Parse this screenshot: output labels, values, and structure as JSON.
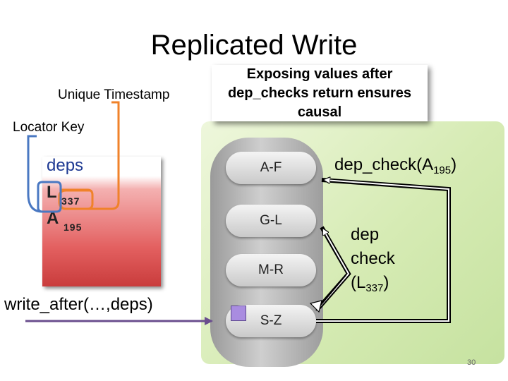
{
  "slide": {
    "title": "Replicated Write",
    "unique_timestamp_label": "Unique Timestamp",
    "locator_key_label": "Locator Key",
    "callout": "Exposing values after dep_checks return ensures causal",
    "write_call": "write_after(…,deps)",
    "page_number": "30"
  },
  "record": {
    "deps_label": "deps",
    "dep1_key": "L",
    "dep1_timestamp": "337",
    "dep2_key": "A",
    "dep2_timestamp": "195"
  },
  "shards": [
    "A-F",
    "G-L",
    "M-R",
    "S-Z"
  ],
  "dep_check_a": {
    "prefix": "dep_check(A",
    "sub": "195",
    "suffix": ")"
  },
  "dep_check_l": {
    "line1": "dep",
    "line2": "check",
    "line3_prefix": "(L",
    "line3_sub": "337",
    "line3_suffix": ")"
  },
  "colors": {
    "timestamp_outline": "#f0822a",
    "locator_outline": "#4a78c2",
    "write_line": "#6a4e8e",
    "square_icon": "#a98ce0",
    "record_red": "#e36060",
    "datacenter_green": "#d6ebb4"
  }
}
